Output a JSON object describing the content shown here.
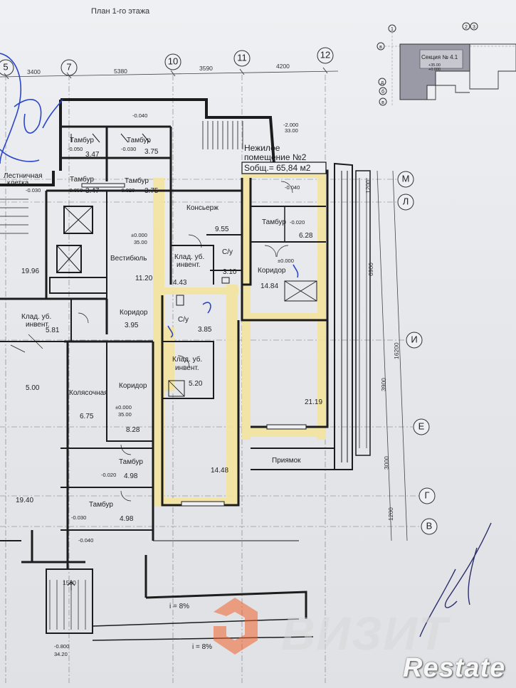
{
  "plan_title": "План 1-го этажа",
  "axes": {
    "top": [
      "5",
      "7",
      "10",
      "11",
      "12"
    ],
    "right": [
      "М",
      "Л",
      "И",
      "Е",
      "Г",
      "В"
    ]
  },
  "dimensions": {
    "top": [
      "3400",
      "5380",
      "3590",
      "4200"
    ],
    "right": [
      "1200",
      "6900",
      "16200",
      "3900",
      "3000",
      "1200"
    ],
    "bottom": [
      "1500"
    ]
  },
  "key_plan": {
    "axes_top": [
      "1",
      "2",
      "3"
    ],
    "axes_left": [
      "в",
      "д",
      "б",
      "в"
    ],
    "section_label": "Секция № 4.1",
    "section_level_1": "+35.00",
    "section_level_2": "+0.000"
  },
  "highlight": {
    "title_1": "Нежилое",
    "title_2": "помещение №2",
    "area": "Sобщ.= 65,84 м2"
  },
  "levels": {
    "top": "-0.040",
    "stair_1": "-2.000",
    "stair_2": "33.00",
    "tambur_1a": "-0.050",
    "tambur_1b": "-0.030",
    "tambur_2a": "-0.050",
    "tambur_2b": "-0.020",
    "left_1": "-0.030",
    "vestibule_1": "±0.000",
    "vestibule_2": "35.00",
    "nz_tambur": "-0.020",
    "nz_entry": "-0.040",
    "nz_corridor": "±0.000",
    "mid_1": "±0.000",
    "mid_2": "35.00",
    "tambur_low": "-0.020",
    "tambur_bottom": "-0.030",
    "entry_low": "-0.040",
    "ramp_1": "-0.800",
    "ramp_2": "34.20"
  },
  "rooms": {
    "tambur_label": "Тамбур",
    "tambur_a": "3.47",
    "tambur_b": "3.75",
    "tambur_c": "3.47",
    "tambur_d": "3.75",
    "stair_left_1": "Лестничная",
    "stair_left_2": "клетка",
    "konsierzh": "Консьерж",
    "konsierzh_area": "9.55",
    "vestibule": "Вестибюль",
    "vestibule_area": "11.20",
    "left_big": "19.96",
    "klad_label_1": "Клад. уб.",
    "klad_label_2": "инвент.",
    "klad_area_1": "4.43",
    "su_label": "С/у",
    "su_area_1": "3.10",
    "su_area_2": "3.85",
    "nz_tambur": "Тамбур",
    "nz_tambur_area": "6.28",
    "nz_corridor": "Коридор",
    "nz_corridor_area": "14.84",
    "klad_left_1": "Клад. уб.",
    "klad_left_2": "инвент.",
    "klad_left_area": "5.81",
    "corridor_1": "Коридор",
    "corridor_1_area": "3.95",
    "klad_mid_1": "Клад. уб.",
    "klad_mid_2": "инвент.",
    "klad_mid_area": "5.20",
    "room_500": "5.00",
    "kolyas": "Колясочная",
    "kolyas_area": "6.75",
    "corridor_2": "Коридор",
    "corridor_2_area": "8.28",
    "big_right": "21.19",
    "tambur_low_area": "4.98",
    "tambur_low2_area": "4.98",
    "room_1448": "14.48",
    "room_1940": "19.40",
    "priyamok": "Приямок",
    "ramp_slope_1": "i = 8%",
    "ramp_slope_2": "i = 8%"
  },
  "watermark": {
    "word": "ВИЗИТ",
    "brand": "Restate"
  },
  "colors": {
    "wall": "#1c1c1c",
    "highlight_fill": "#f3e4a2",
    "handwriting_blue": "#2b45c9",
    "watermark_orange": "#f0622a"
  }
}
